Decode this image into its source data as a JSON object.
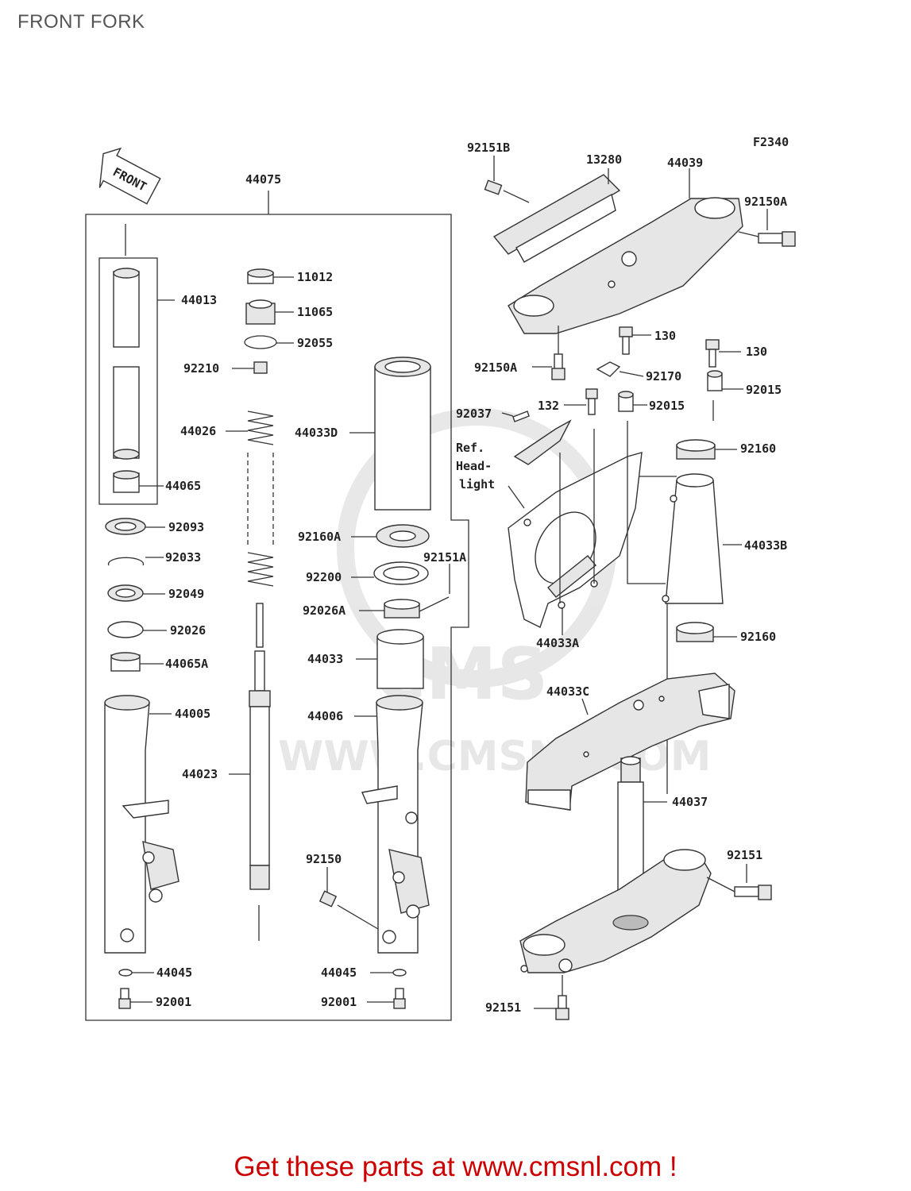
{
  "title": "FRONT FORK",
  "figure_code": "F2340",
  "front_arrow_label": "FRONT",
  "ref_note": [
    "Ref.",
    "Head-",
    "light"
  ],
  "watermark": {
    "logo": "CMS",
    "url": "WWW.CMSNL.COM"
  },
  "footer": "Get these parts at www.cmsnl.com !",
  "parts": {
    "p44075": "44075",
    "p44013": "44013",
    "p44065": "44065",
    "p92093": "92093",
    "p92033": "92033",
    "p92049": "92049",
    "p92026": "92026",
    "p44065A": "44065A",
    "p44005": "44005",
    "p44045L": "44045",
    "p92001L": "92001",
    "p11012": "11012",
    "p11065": "11065",
    "p92055": "92055",
    "p92210": "92210",
    "p44026": "44026",
    "p44023": "44023",
    "p44033D": "44033D",
    "p92160A": "92160A",
    "p92200": "92200",
    "p92151A": "92151A",
    "p92026A": "92026A",
    "p44033": "44033",
    "p44006": "44006",
    "p92150": "92150",
    "p44045R": "44045",
    "p92001R": "92001",
    "p92151B": "92151B",
    "p13280": "13280",
    "p44039": "44039",
    "p92150A_top": "92150A",
    "p92150A_bot": "92150A",
    "p130a": "130",
    "p130b": "130",
    "p92170": "92170",
    "p92015a": "92015",
    "p92015b": "92015",
    "p92037": "92037",
    "p132": "132",
    "p92160a": "92160",
    "p92160b": "92160",
    "p44033B": "44033B",
    "p44033A": "44033A",
    "p44033C": "44033C",
    "p44037": "44037",
    "p92151a": "92151",
    "p92151b": "92151"
  }
}
